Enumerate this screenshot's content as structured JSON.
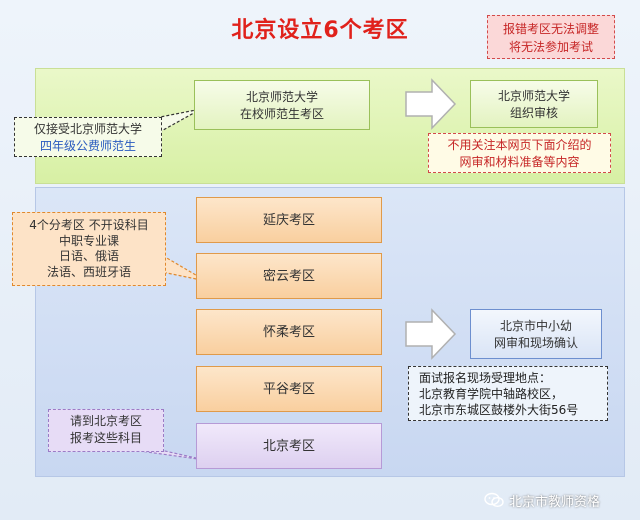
{
  "title": "北京设立6个考区",
  "warning": [
    "报错考区无法调整",
    "将无法参加考试"
  ],
  "bnu_box": [
    "北京师范大学",
    "在校师范生考区"
  ],
  "bnu_callout": [
    "仅接受北京师范大学",
    "四年级公费师范生"
  ],
  "bnu_review": [
    "北京师范大学",
    "组织审核"
  ],
  "no_attention_note": [
    "不用关注本网页下面介绍的",
    "网审和材料准备等内容"
  ],
  "districts": [
    "延庆考区",
    "密云考区",
    "怀柔考区",
    "平谷考区"
  ],
  "beijing_box": "北京考区",
  "four_callout": [
    "4个分考区 不开设科目",
    "中职专业课",
    "日语、俄语",
    "法语、西班牙语"
  ],
  "beijing_callout": [
    "请到北京考区",
    "报考这些科目"
  ],
  "district_review": [
    "北京市中小幼",
    "网审和现场确认"
  ],
  "address": [
    "面试报名现场受理地点：",
    "北京教育学院中轴路校区，",
    "北京市东城区鼓楼外大街56号"
  ],
  "watermark": "北京市教师资格",
  "colors": {
    "title_red": "#e0211b",
    "green_panel": "#d7f0a4",
    "blue_panel": "#c8d7f1",
    "orange_box": "#f9cf9f",
    "purple_box": "#ddd0f0"
  },
  "icons": {
    "watermark": "wechat-icon"
  }
}
